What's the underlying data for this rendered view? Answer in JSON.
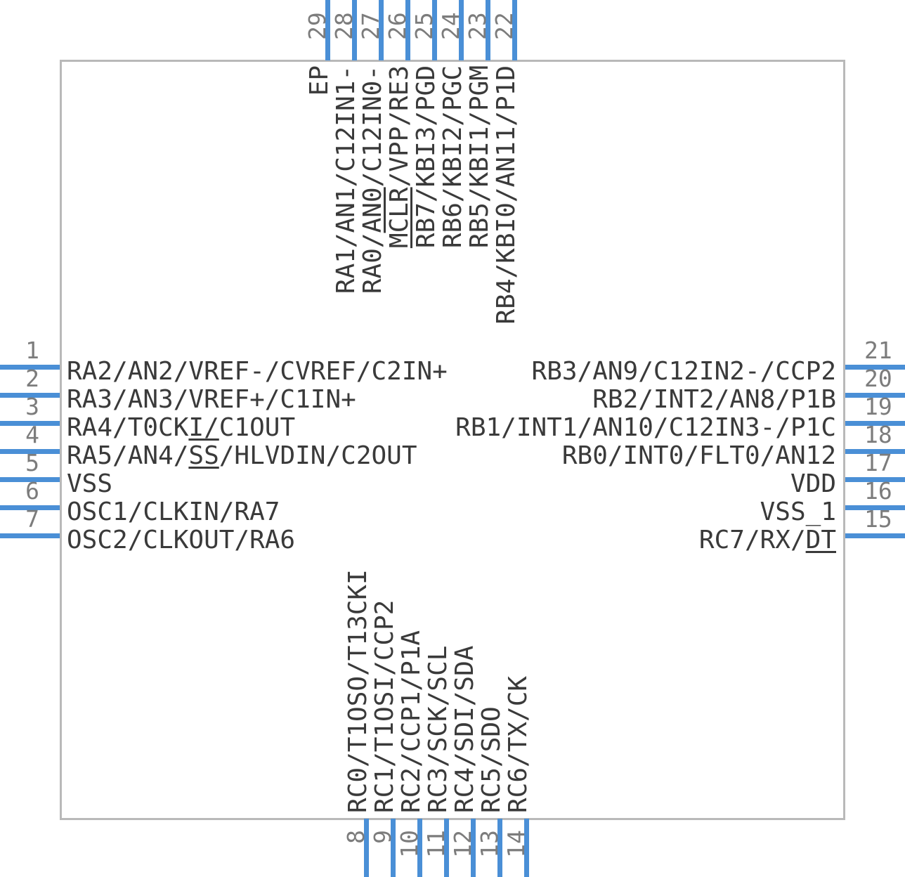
{
  "symbol": {
    "colors": {
      "pin_blue": "#4a8fd6",
      "body_border": "#b9b9b9",
      "label_text": "#3a3a3a",
      "number_text": "#7c7c7c",
      "background": "#ffffff"
    },
    "pins": {
      "left": [
        {
          "number": "1",
          "segments": [
            {
              "text": "RA2/AN2/VREF-/CVREF/C2IN+",
              "bar": false
            }
          ]
        },
        {
          "number": "2",
          "segments": [
            {
              "text": "RA3/AN3/VREF+/C1IN+",
              "bar": false
            }
          ]
        },
        {
          "number": "3",
          "segments": [
            {
              "text": "RA4/T0CK",
              "bar": false
            },
            {
              "text": "I/",
              "bar": true
            },
            {
              "text": "C1OUT",
              "bar": false
            }
          ]
        },
        {
          "number": "4",
          "segments": [
            {
              "text": "RA5/AN4/",
              "bar": false
            },
            {
              "text": "SS",
              "bar": true
            },
            {
              "text": "/HLVDIN/C2OUT",
              "bar": false
            }
          ]
        },
        {
          "number": "5",
          "segments": [
            {
              "text": "VSS",
              "bar": false
            }
          ]
        },
        {
          "number": "6",
          "segments": [
            {
              "text": "OSC1/CLKIN/RA7",
              "bar": false
            }
          ]
        },
        {
          "number": "7",
          "segments": [
            {
              "text": "OSC2/CLKOUT/RA6",
              "bar": false
            }
          ]
        }
      ],
      "right": [
        {
          "number": "21",
          "segments": [
            {
              "text": "RB3/AN9/C12IN2-/CCP2",
              "bar": false
            }
          ]
        },
        {
          "number": "20",
          "segments": [
            {
              "text": "RB2/INT2/AN8/P1B",
              "bar": false
            }
          ]
        },
        {
          "number": "19",
          "segments": [
            {
              "text": "RB1/INT1/AN10/C12IN3-/P1C",
              "bar": false
            }
          ]
        },
        {
          "number": "18",
          "segments": [
            {
              "text": "RB0/INT0/FLT0/AN12",
              "bar": false
            }
          ]
        },
        {
          "number": "17",
          "segments": [
            {
              "text": "VDD",
              "bar": false
            }
          ]
        },
        {
          "number": "16",
          "segments": [
            {
              "text": "VSS_1",
              "bar": false
            }
          ]
        },
        {
          "number": "15",
          "segments": [
            {
              "text": "RC7/RX/",
              "bar": false
            },
            {
              "text": "DT",
              "bar": true
            }
          ]
        }
      ],
      "top": [
        {
          "number": "29",
          "segments": [
            {
              "text": "EP",
              "bar": false
            }
          ]
        },
        {
          "number": "28",
          "segments": [
            {
              "text": "RA1/AN1/C12IN1-",
              "bar": false
            }
          ]
        },
        {
          "number": "27",
          "segments": [
            {
              "text": "RA0/",
              "bar": false
            },
            {
              "text": "AN0",
              "bar": true
            },
            {
              "text": "/C12IN0-",
              "bar": false
            }
          ]
        },
        {
          "number": "26",
          "segments": [
            {
              "text": "MCLR",
              "bar": true
            },
            {
              "text": "/VPP/RE3",
              "bar": false
            }
          ]
        },
        {
          "number": "25",
          "segments": [
            {
              "text": "RB7/KBI3/PGD",
              "bar": false
            }
          ]
        },
        {
          "number": "24",
          "segments": [
            {
              "text": "RB6/KBI2/PGC",
              "bar": false
            }
          ]
        },
        {
          "number": "23",
          "segments": [
            {
              "text": "RB5/KBI1/PGM",
              "bar": false
            }
          ]
        },
        {
          "number": "22",
          "segments": [
            {
              "text": "RB4/KBI0/AN11/P1D",
              "bar": false
            }
          ]
        }
      ],
      "bottom": [
        {
          "number": "8",
          "segments": [
            {
              "text": "RC0/T1OSO/T13CKI",
              "bar": false
            }
          ]
        },
        {
          "number": "9",
          "segments": [
            {
              "text": "RC1/T1OSI/CCP2",
              "bar": false
            }
          ]
        },
        {
          "number": "10",
          "segments": [
            {
              "text": "RC2/CCP1/P1A",
              "bar": false
            }
          ]
        },
        {
          "number": "11",
          "segments": [
            {
              "text": "RC3/SCK/SCL",
              "bar": false
            }
          ]
        },
        {
          "number": "12",
          "segments": [
            {
              "text": "RC4/SDI/SDA",
              "bar": false
            }
          ]
        },
        {
          "number": "13",
          "segments": [
            {
              "text": "RC5/SDO",
              "bar": false
            }
          ]
        },
        {
          "number": "14",
          "segments": [
            {
              "text": "RC6/TX/CK",
              "bar": false
            }
          ]
        }
      ]
    }
  }
}
